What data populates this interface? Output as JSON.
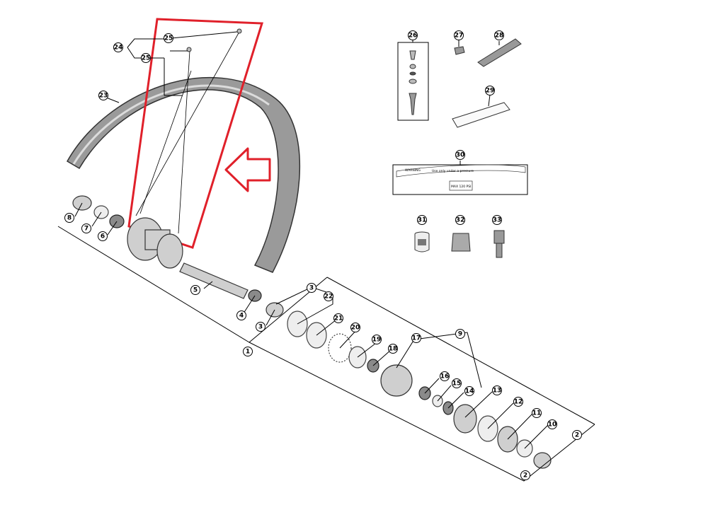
{
  "diagram": {
    "callouts": [
      "1",
      "2",
      "2",
      "3",
      "3",
      "4",
      "5",
      "6",
      "7",
      "8",
      "9",
      "10",
      "11",
      "12",
      "13",
      "14",
      "15",
      "16",
      "17",
      "18",
      "19",
      "20",
      "21",
      "22",
      "23",
      "24",
      "25",
      "25",
      "26",
      "27",
      "28",
      "29",
      "30",
      "31",
      "32",
      "33"
    ],
    "sticker_lines": [
      "WARNING",
      "Use only under a pressure",
      "MAX 120 PSI"
    ],
    "highlight_color": "#e0202a",
    "line_color": "#000000"
  }
}
